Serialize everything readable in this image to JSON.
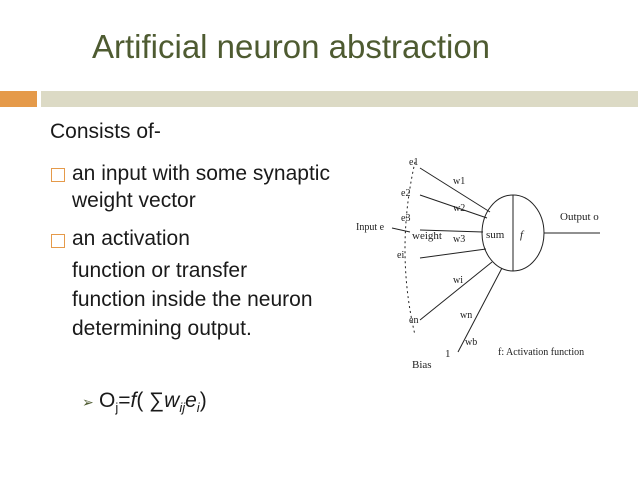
{
  "slide": {
    "title": "Artificial neuron abstraction",
    "intro": "Consists of-",
    "bullets": [
      {
        "lines": [
          "an input with some synaptic",
          "weight vector"
        ]
      },
      {
        "lines": [
          "an activation",
          "function or transfer",
          "function inside the neuron",
          "determining output."
        ]
      }
    ],
    "formula": {
      "o": "O",
      "o_sub": "j",
      "eq": "=",
      "f": "f",
      "open": "( ∑",
      "w": "w",
      "w_sub": "ij",
      "e": "e",
      "e_sub": "i",
      "close": ")"
    }
  },
  "diagram": {
    "inputs_label": "Input e",
    "weight_label": "weight",
    "sum_label": "sum",
    "f_label": "f",
    "output_label": "Output o",
    "bias_label": "Bias",
    "bias_value": "1",
    "activation_caption": "f: Activation function",
    "e_labels": [
      "e1",
      "e2",
      "e3",
      "ei",
      "en"
    ],
    "w_labels": [
      "w1",
      "w2",
      "w3",
      "wi",
      "wn",
      "wb"
    ]
  },
  "colors": {
    "title": "#4e5b31",
    "accent_bar": "#e59a4a",
    "rule_bar": "#dcdac5",
    "bullet_box": "#e59a4a"
  }
}
